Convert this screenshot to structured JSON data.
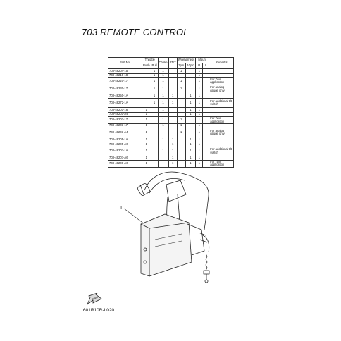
{
  "title": "703 REMOTE CONTROL",
  "table": {
    "headers": {
      "part_no": "Part No.",
      "throttle": "Throttle",
      "push": "Push",
      "pull": "Pull",
      "choke": "Choke",
      "ptt": "PT/T",
      "wire_harness": "Wireharness",
      "pin7": "7pin",
      "pin10": "10pin",
      "mount": "Mount",
      "r": "R",
      "l": "L",
      "remarks": "Remarks"
    },
    "rows": [
      {
        "part": "703-48204-15",
        "push": "",
        "pull": "1",
        "choke": "1",
        "ptt": "",
        "pin7": "1",
        "pin10": "",
        "r": "1",
        "l": "",
        "remarks": "",
        "tall": false
      },
      {
        "part": "703-48210-18",
        "push": "",
        "pull": "1",
        "choke": "1",
        "ptt": "",
        "pin7": "",
        "pin10": "",
        "r": "1",
        "l": "",
        "remarks": "",
        "tall": false
      },
      {
        "part": "703-48220-17",
        "push": "",
        "pull": "1",
        "choke": "1",
        "ptt": "",
        "pin7": "1",
        "pin10": "",
        "r": "1",
        "l": "",
        "remarks": "For Twin application",
        "tall": false
      },
      {
        "part": "703-48230-17",
        "push": "",
        "pull": "1",
        "choke": "1",
        "ptt": "",
        "pin7": "1",
        "pin10": "",
        "r": "1",
        "l": "",
        "remarks": "For analog gauge only",
        "tall": true
      },
      {
        "part": "703-48250-1A",
        "push": "",
        "pull": "1",
        "choke": "1",
        "ptt": "1",
        "pin7": "",
        "pin10": "1",
        "r": "1",
        "l": "",
        "remarks": "",
        "tall": false
      },
      {
        "part": "703-48272-1A",
        "push": "",
        "pull": "1",
        "choke": "1",
        "ptt": "1",
        "pin7": "",
        "pin10": "1",
        "r": "1",
        "l": "",
        "remarks": "For additional tilt switch",
        "tall": true
      },
      {
        "part": "703-48201-16",
        "push": "1",
        "pull": "",
        "choke": "1",
        "ptt": "",
        "pin7": "",
        "pin10": "1",
        "r": "1",
        "l": "",
        "remarks": "",
        "tall": false
      },
      {
        "part": "703-48201-A4",
        "push": "1",
        "pull": "",
        "choke": "",
        "ptt": "",
        "pin7": "",
        "pin10": "1",
        "r": "1",
        "l": "",
        "remarks": "",
        "tall": false
      },
      {
        "part": "703-48202-17",
        "push": "1",
        "pull": "",
        "choke": "1",
        "ptt": "",
        "pin7": "1",
        "pin10": "",
        "r": "1",
        "l": "",
        "remarks": "For Twin application",
        "tall": false
      },
      {
        "part": "703-48203-17",
        "push": "1",
        "pull": "",
        "choke": "1",
        "ptt": "",
        "pin7": "1",
        "pin10": "",
        "r": "1",
        "l": "",
        "remarks": "",
        "tall": false
      },
      {
        "part": "703-48203-A4",
        "push": "1",
        "pull": "",
        "choke": "",
        "ptt": "",
        "pin7": "1",
        "pin10": "",
        "r": "1",
        "l": "",
        "remarks": "For analog gauge only",
        "tall": true
      },
      {
        "part": "703-48205-1A",
        "push": "1",
        "pull": "",
        "choke": "1",
        "ptt": "1",
        "pin7": "",
        "pin10": "1",
        "r": "1",
        "l": "",
        "remarks": "",
        "tall": false
      },
      {
        "part": "703-48205-A6",
        "push": "1",
        "pull": "",
        "choke": "",
        "ptt": "1",
        "pin7": "",
        "pin10": "1",
        "r": "1",
        "l": "",
        "remarks": "",
        "tall": false
      },
      {
        "part": "703-48207-1A",
        "push": "1",
        "pull": "",
        "choke": "1",
        "ptt": "1",
        "pin7": "",
        "pin10": "1",
        "r": "1",
        "l": "",
        "remarks": "For additional tilt switch",
        "tall": true
      },
      {
        "part": "703-48207-A6",
        "push": "1",
        "pull": "",
        "choke": "",
        "ptt": "1",
        "pin7": "",
        "pin10": "1",
        "r": "1",
        "l": "",
        "remarks": "",
        "tall": false
      },
      {
        "part": "703-48208-A6",
        "push": "1",
        "pull": "",
        "choke": "",
        "ptt": "1",
        "pin7": "",
        "pin10": "1",
        "r": "1",
        "l": "",
        "remarks": "For Twin application",
        "tall": false
      }
    ]
  },
  "drawing": {
    "callout_number": "1",
    "fwd_label": "FWD"
  },
  "figure_code": "601R10R-L020"
}
